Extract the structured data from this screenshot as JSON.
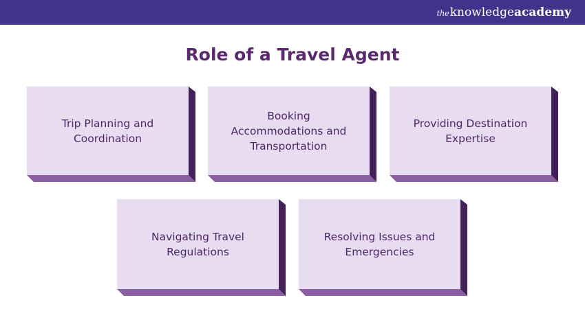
{
  "header": {
    "brand_the": "the",
    "brand_knowledge": "knowledge",
    "brand_academy": "academy"
  },
  "title": "Role of a Travel Agent",
  "roles": [
    "Trip Planning and Coordination",
    "Booking Accommodations and Transportation",
    "Providing Destination Expertise",
    "Navigating Travel Regulations",
    "Resolving Issues and Emergencies"
  ],
  "colors": {
    "header_bar": "#40338c",
    "title": "#5a2a6e",
    "box_face": "#e8ddf0",
    "box_side": "#43205a",
    "box_bottom": "#8a5ea0",
    "box_text": "#4d2666"
  }
}
